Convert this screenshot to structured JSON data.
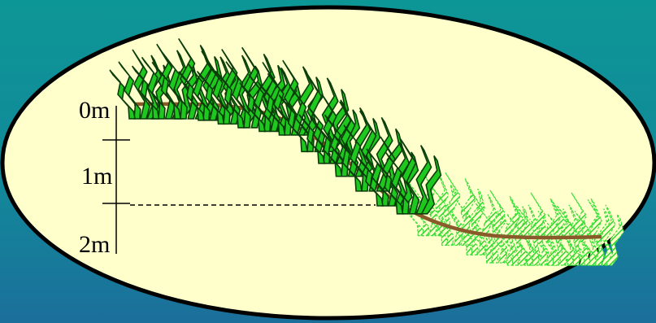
{
  "diagram": {
    "depth_labels": [
      "0m",
      "1m",
      "2m"
    ],
    "colors": {
      "background_top": "#0d9696",
      "background_bottom": "#1b6f9b",
      "ellipse_fill": "#ffffcc",
      "ellipse_stroke": "#000000",
      "seabed": "#8b5a2b",
      "seagrass_fill": "#1ec81e",
      "seagrass_dark": "#0a3d0a",
      "seagrass_faded": "#3ce03c"
    },
    "features": {
      "solid_seagrass_icon": "seagrass-dense-icon",
      "hatched_seagrass_icon": "seagrass-sparse-icon",
      "depth_limit_marker": "dashed-depth-line"
    }
  }
}
